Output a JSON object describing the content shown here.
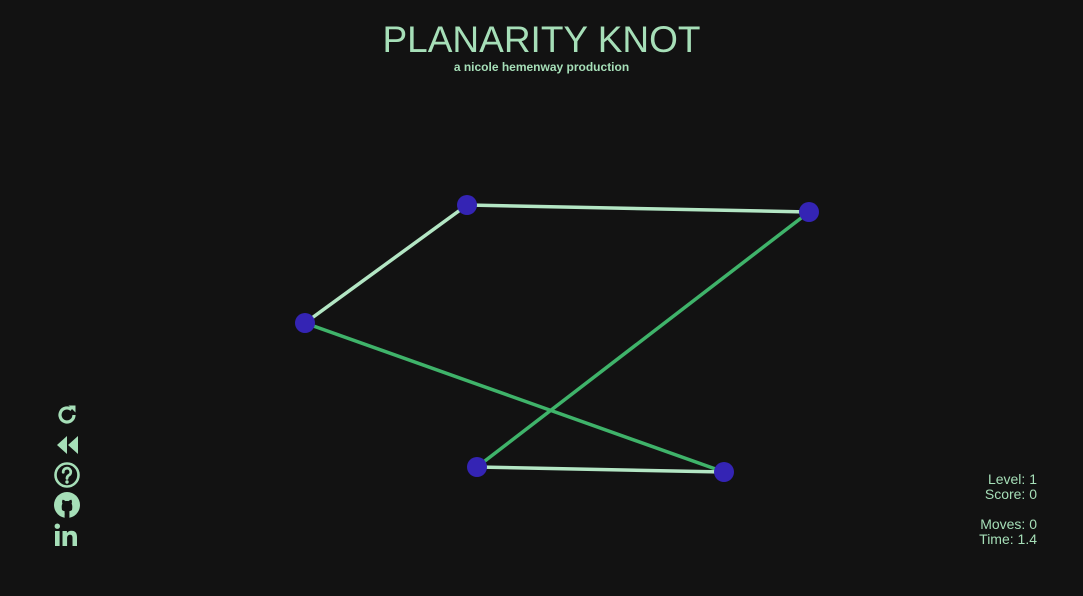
{
  "colors": {
    "background": "#121212",
    "text": "#a6dfb8",
    "node": "#3424b4",
    "edge_planar": "#b3e6c4",
    "edge_crossing": "#3fb36a"
  },
  "header": {
    "title": "PLANARITY KNOT",
    "subtitle": "a nicole hemenway production"
  },
  "toolbar": {
    "items": [
      {
        "icon": "restart-icon"
      },
      {
        "icon": "rewind-icon"
      },
      {
        "icon": "help-icon"
      },
      {
        "icon": "github-icon"
      },
      {
        "icon": "linkedin-icon"
      }
    ]
  },
  "stats": {
    "level": "Level: 1",
    "score": "Score: 0",
    "moves": "Moves: 0",
    "time": "Time: 1.4"
  },
  "graph": {
    "nodes": [
      "A",
      "B",
      "C",
      "D",
      "E"
    ],
    "edges": [
      {
        "from": "A",
        "to": "B",
        "crossing": false
      },
      {
        "from": "C",
        "to": "A",
        "crossing": false
      },
      {
        "from": "C",
        "to": "E",
        "crossing": true
      },
      {
        "from": "B",
        "to": "D",
        "crossing": true
      },
      {
        "from": "D",
        "to": "E",
        "crossing": false
      }
    ]
  }
}
